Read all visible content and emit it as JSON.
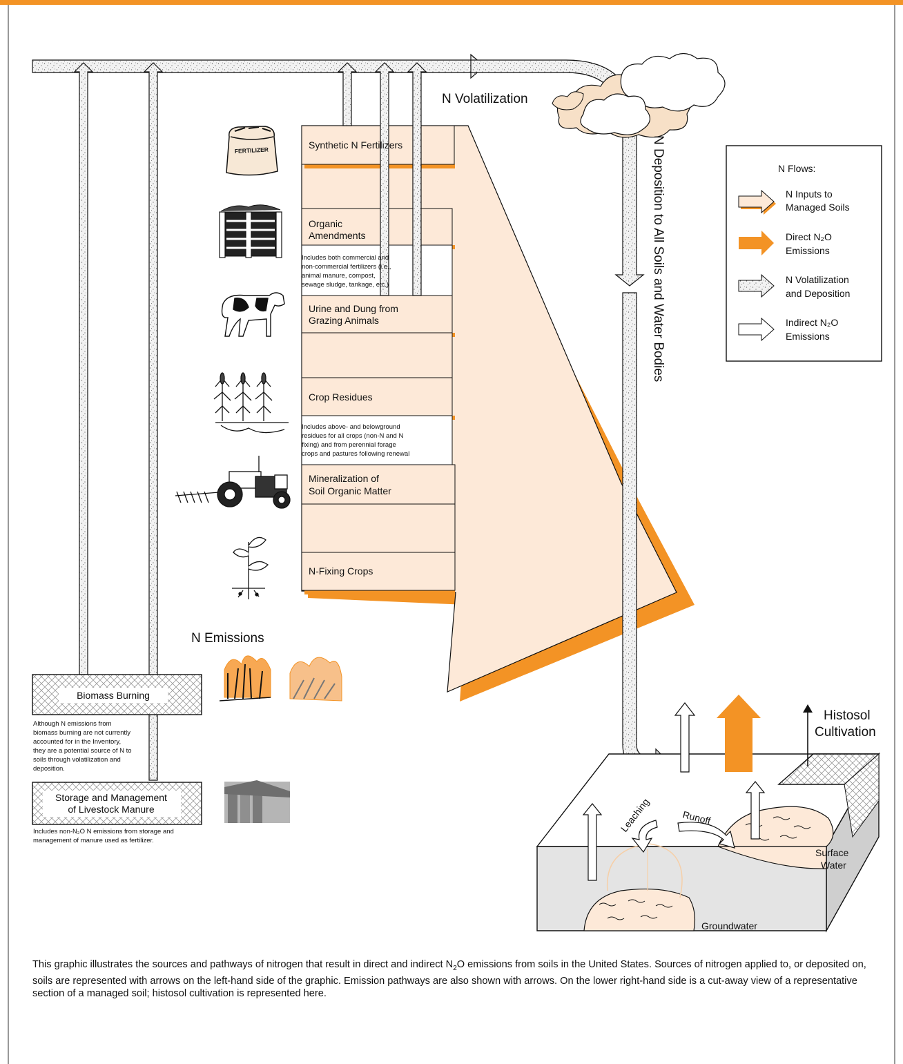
{
  "colors": {
    "accent": "#f39325",
    "input_fill": "#fde9d8",
    "input_shadow": "#f39325",
    "soil_gray": "#e4e4e4",
    "border": "#111111"
  },
  "flow_labels": {
    "volatilization": "N Volatilization",
    "deposition": "N Deposition to All Soils and Water Bodies",
    "emissions": "N Emissions",
    "leaching": "Leaching",
    "runoff": "Runoff",
    "histosol_line1": "Histosol",
    "histosol_line2": "Cultivation",
    "surface_line1": "Surface",
    "surface_line2": "Water",
    "groundwater": "Groundwater"
  },
  "inputs": {
    "synthetic": "Synthetic N Fertilizers",
    "organic_line1": "Organic",
    "organic_line2": "Amendments",
    "organic_note": [
      "Includes both commercial and",
      "non-commercial fertilizers (i.e.,",
      "animal manure, compost,",
      "sewage sludge, tankage, etc.)"
    ],
    "urine_line1": "Urine and Dung from",
    "urine_line2": "Grazing Animals",
    "crop": "Crop Residues",
    "crop_note": [
      "Includes above- and belowground",
      "residues for all crops (non-N and N",
      "fixing) and from perennial forage",
      "crops and pastures following renewal"
    ],
    "mineral_line1": "Mineralization of",
    "mineral_line2": "Soil Organic Matter",
    "nfixing": "N-Fixing Crops",
    "fertilizer_bag": "FERTILIZER"
  },
  "emission_sources": {
    "biomass": "Biomass Burning",
    "biomass_note": [
      "Although N emissions from",
      "biomass burning are not currently",
      "accounted for in the Inventory,",
      "they are a potential source of N to",
      "soils through volatilization and",
      "deposition."
    ],
    "storage_line1": "Storage and Management",
    "storage_line2": "of Livestock Manure",
    "storage_note_line1": "Includes non-N₂O N emissions from storage and",
    "storage_note_line2": "management of manure used as fertilizer."
  },
  "legend": {
    "title": "N Flows:",
    "items": [
      {
        "line1": "N Inputs to",
        "line2": "Managed Soils",
        "style": "input"
      },
      {
        "line1": "Direct N₂O",
        "line2": "Emissions",
        "style": "direct"
      },
      {
        "line1": "N Volatilization",
        "line2": "and Deposition",
        "style": "volatilization"
      },
      {
        "line1": "Indirect N₂O",
        "line2": "Emissions",
        "style": "indirect"
      }
    ]
  },
  "caption": {
    "part1": "This graphic illustrates the sources and pathways of nitrogen that result in direct and indirect N",
    "sub": "2",
    "part2": "O emissions from soils in the United States. Sources of nitrogen applied to, or deposited on, soils are represented with arrows on the left-hand side of the graphic. Emission pathways are also shown with arrows. On the lower right-hand side is a cut-away view of a representative section of a managed soil; histosol cultivation is represented here."
  }
}
